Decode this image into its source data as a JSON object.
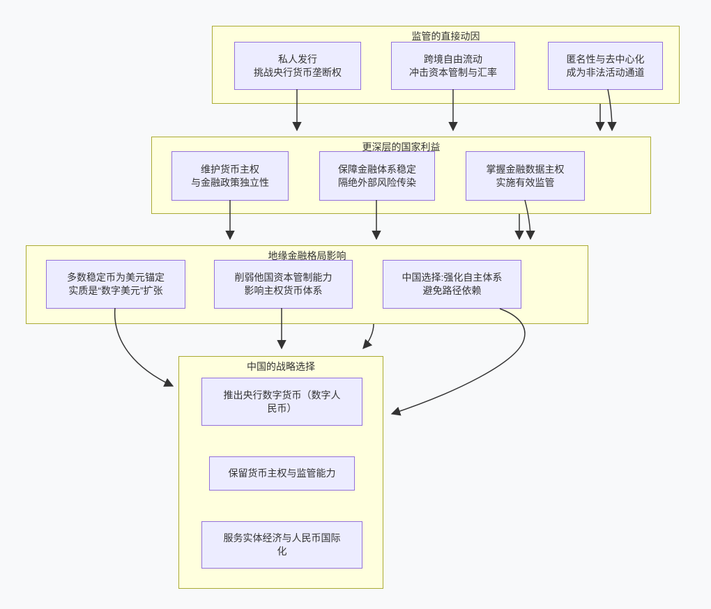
{
  "diagram": {
    "type": "flowchart",
    "direction": "top-down",
    "colors": {
      "background": "#f8f9fa",
      "group_fill": "#ffffde",
      "group_border": "#aaaa33",
      "node_fill": "#ececff",
      "node_border": "#9370db",
      "text": "#333333",
      "edge": "#333333"
    },
    "groups": [
      {
        "id": "g1",
        "title": "监管的直接动因",
        "nodes": [
          {
            "id": "a1",
            "lines": [
              "私人发行",
              "挑战央行货币垄断权"
            ]
          },
          {
            "id": "a2",
            "lines": [
              "跨境自由流动",
              "冲击资本管制与汇率"
            ]
          },
          {
            "id": "a3",
            "lines": [
              "匿名性与去中心化",
              "成为非法活动通道"
            ]
          }
        ]
      },
      {
        "id": "g2",
        "title": "更深层的国家利益",
        "nodes": [
          {
            "id": "b1",
            "lines": [
              "维护货币主权",
              "与金融政策独立性"
            ]
          },
          {
            "id": "b2",
            "lines": [
              "保障金融体系稳定",
              "隔绝外部风险传染"
            ]
          },
          {
            "id": "b3",
            "lines": [
              "掌握金融数据主权",
              "实施有效监管"
            ]
          }
        ]
      },
      {
        "id": "g3",
        "title": "地缘金融格局影响",
        "nodes": [
          {
            "id": "c1",
            "lines": [
              "多数稳定币为美元锚定",
              "实质是“数字美元”扩张"
            ]
          },
          {
            "id": "c2",
            "lines": [
              "削弱他国资本管制能力",
              "影响主权货币体系"
            ]
          },
          {
            "id": "c3",
            "lines": [
              "中国选择:强化自主体系",
              "避免路径依赖"
            ]
          }
        ]
      },
      {
        "id": "g4",
        "title": "中国的战略选择",
        "nodes": [
          {
            "id": "d1",
            "lines": [
              "推出央行数字货币（数字人",
              "民币）"
            ]
          },
          {
            "id": "d2",
            "lines": [
              "保留货币主权与监管能力"
            ]
          },
          {
            "id": "d3",
            "lines": [
              "服务实体经济与人民币国际",
              "化"
            ]
          }
        ]
      }
    ],
    "edges": [
      {
        "from": "a1",
        "to": "g2"
      },
      {
        "from": "a2",
        "to": "g2"
      },
      {
        "from": "g1",
        "to": "g2"
      },
      {
        "from": "a3",
        "to": "g2"
      },
      {
        "from": "b1",
        "to": "g3"
      },
      {
        "from": "b2",
        "to": "g3"
      },
      {
        "from": "g2",
        "to": "g3"
      },
      {
        "from": "b3",
        "to": "g3"
      },
      {
        "from": "c1",
        "to": "g4"
      },
      {
        "from": "c2",
        "to": "g4"
      },
      {
        "from": "g3",
        "to": "g4"
      },
      {
        "from": "c3",
        "to": "g4"
      }
    ]
  }
}
